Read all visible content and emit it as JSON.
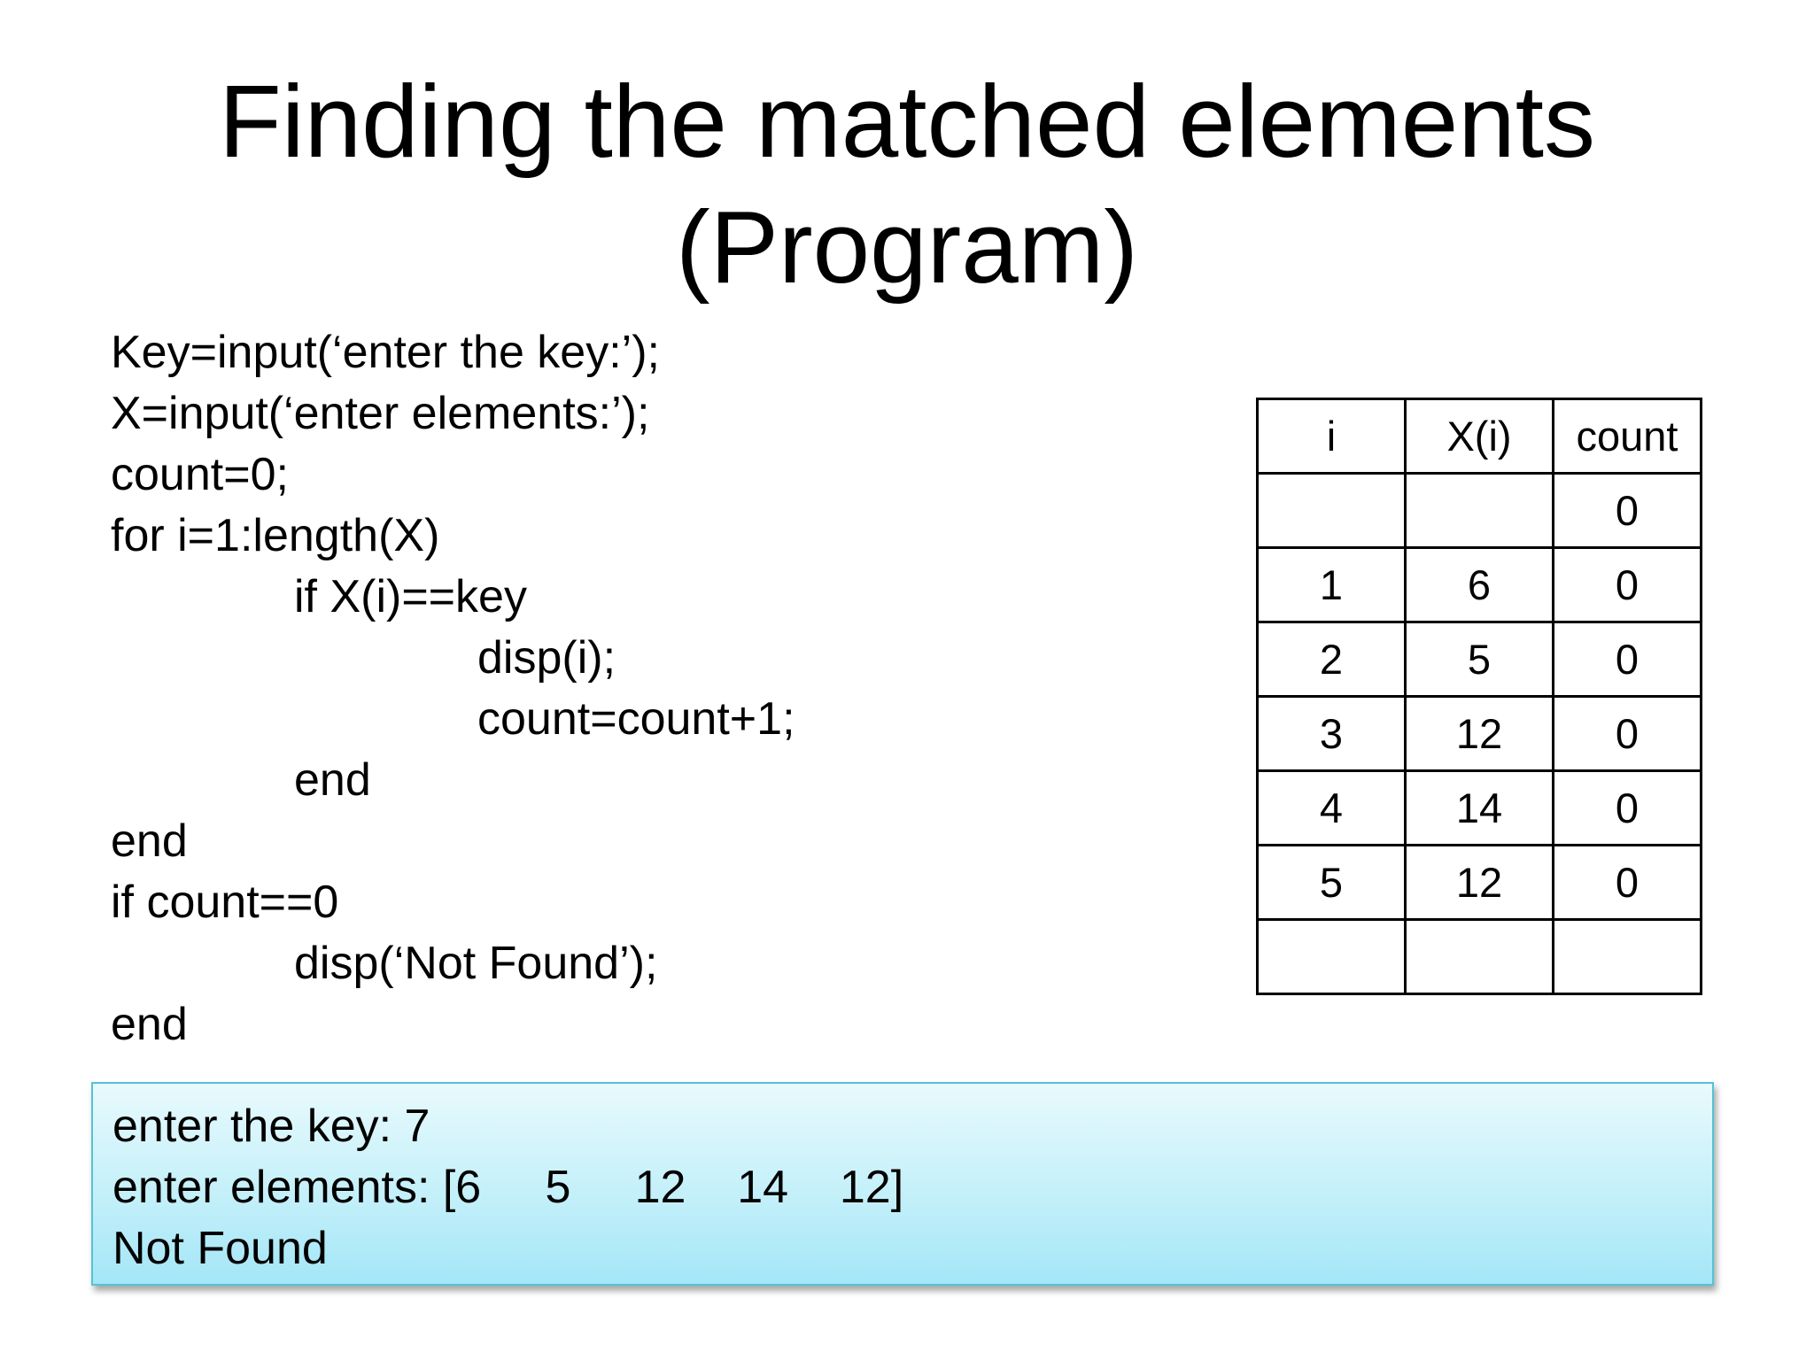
{
  "slide": {
    "title_line1": "Finding the matched elements",
    "title_line2": "(Program)"
  },
  "code": {
    "lines": [
      "Key=input(‘enter the key:’);",
      "X=input(‘enter elements:’);",
      "count=0;",
      "for i=1:length(X)",
      "if X(i)==key",
      "disp(i);",
      "count=count+1;",
      "end",
      "end",
      "if count==0",
      "disp(‘Not Found’);",
      "end"
    ]
  },
  "trace_table": {
    "headers": [
      "i",
      "X(i)",
      "count"
    ],
    "rows": [
      [
        "",
        "",
        "0"
      ],
      [
        "1",
        "6",
        "0"
      ],
      [
        "2",
        "5",
        "0"
      ],
      [
        "3",
        "12",
        "0"
      ],
      [
        "4",
        "14",
        "0"
      ],
      [
        "5",
        "12",
        "0"
      ],
      [
        "",
        "",
        ""
      ]
    ]
  },
  "output": {
    "lines": [
      "enter the key: 7",
      "enter elements: [6     5     12    14    12]",
      "Not Found"
    ]
  }
}
